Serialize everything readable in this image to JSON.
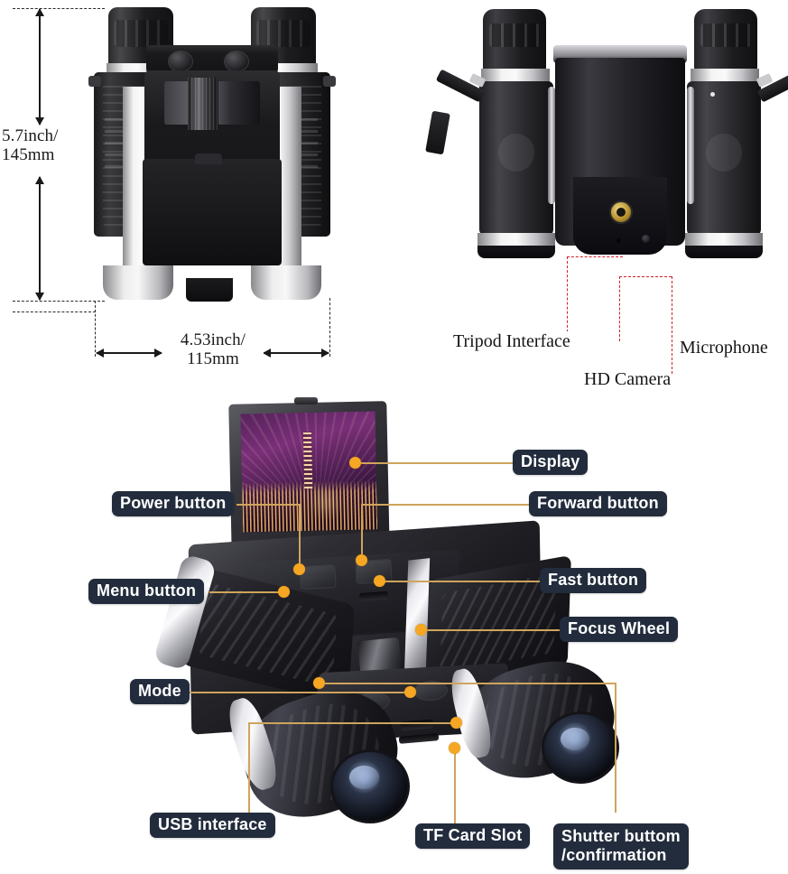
{
  "page": {
    "title": "Digital Camera Binoculars Product Feature Diagram",
    "background_color": "#ffffff"
  },
  "colors": {
    "callout_tag_background": "#222c3c",
    "callout_tag_text": "#ffffff",
    "callout_line": "#cfa45c",
    "callout_dot": "#f5a623",
    "red_dashed_line": "#d21f26",
    "dimension_line": "#1a1a1a"
  },
  "views": {
    "top_view": {
      "name": "top-down view with size dimensions",
      "dimensions": {
        "height": {
          "label": "5.7inch/\n145mm",
          "inch": "5.7inch",
          "mm": "145mm"
        },
        "width": {
          "label": "4.53inch/\n115mm",
          "inch": "4.53inch",
          "mm": "115mm"
        }
      }
    },
    "rear_view": {
      "name": "rear view with component callouts",
      "callouts": [
        {
          "id": "tripod-interface",
          "label": "Tripod Interface"
        },
        {
          "id": "hd-camera",
          "label": "HD Camera"
        },
        {
          "id": "microphone",
          "label": "Microphone"
        }
      ]
    },
    "main_view": {
      "name": "perspective view with labeled controls",
      "callouts": [
        {
          "id": "display",
          "label": "Display"
        },
        {
          "id": "forward-button",
          "label": "Forward button"
        },
        {
          "id": "power-button",
          "label": "Power button"
        },
        {
          "id": "menu-button",
          "label": "Menu button"
        },
        {
          "id": "fast-button",
          "label": "Fast button"
        },
        {
          "id": "focus-wheel",
          "label": "Focus Wheel"
        },
        {
          "id": "mode",
          "label": "Mode"
        },
        {
          "id": "usb-interface",
          "label": "USB interface"
        },
        {
          "id": "tf-card-slot",
          "label": "TF Card Slot"
        },
        {
          "id": "shutter-button",
          "label": "Shutter buttom\n/confirmation"
        }
      ]
    }
  }
}
